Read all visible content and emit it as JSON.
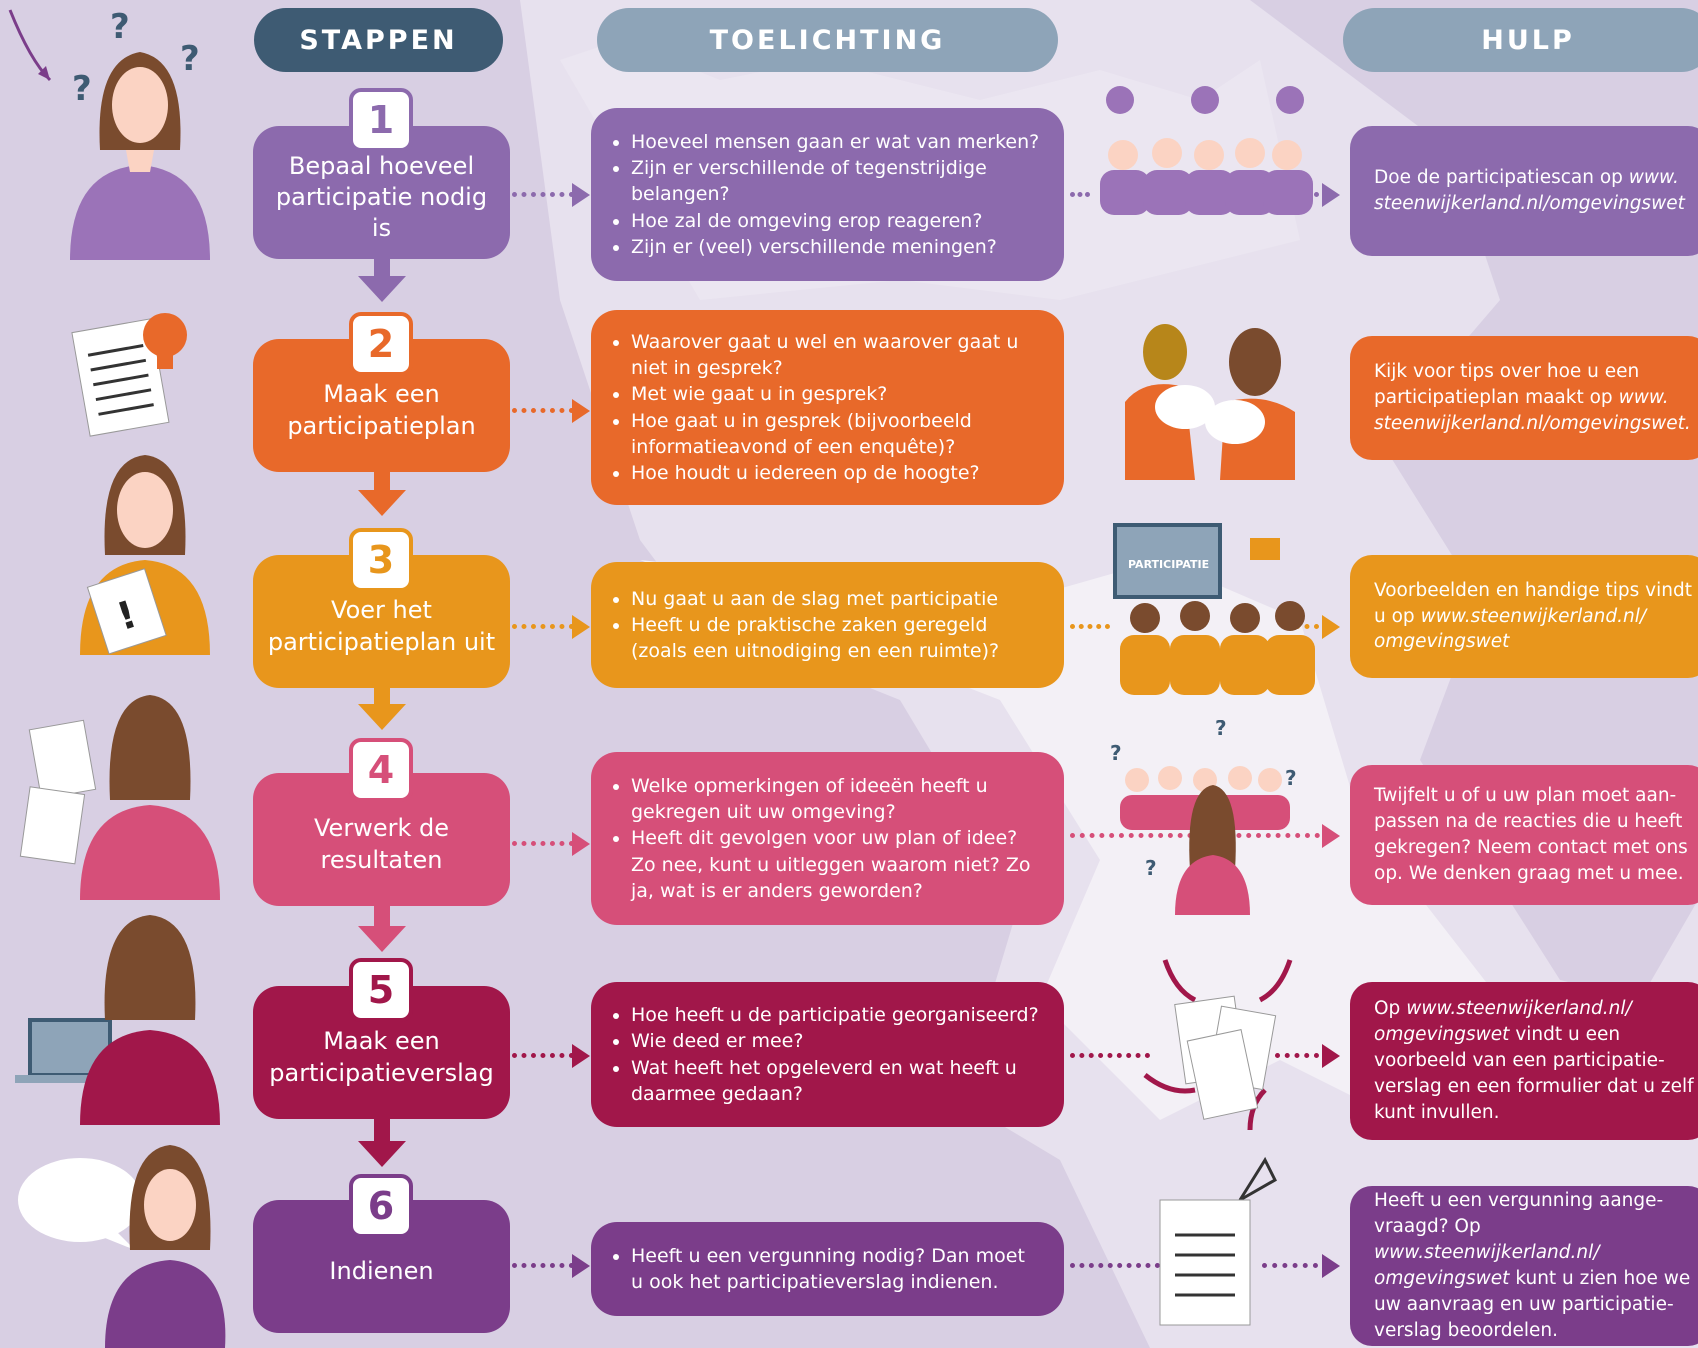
{
  "headers": {
    "steps": "STAPPEN",
    "explanation": "TOELICHTING",
    "help": "HULP"
  },
  "colors": {
    "purple": "#8c6aad",
    "orange": "#e8692a",
    "amber": "#e8961c",
    "pink": "#d64f79",
    "wine": "#a1174a",
    "violet": "#7b3d8a",
    "header_dark": "#3e5b73",
    "header_light": "#8ea4b8"
  },
  "steps": [
    {
      "number": "1",
      "title": "Bepaal hoeveel participatie nodig is",
      "explanation": [
        "Hoeveel mensen gaan er wat van merken?",
        "Zijn er verschillende of tegenstrijdige belangen?",
        "Hoe zal de omgeving erop reageren?",
        "Zijn er (veel) verschillende meningen?"
      ],
      "help": [
        "Doe de participatiescan op ",
        "www. steenwijkerland.nl/omgevingswet",
        ""
      ]
    },
    {
      "number": "2",
      "title": "Maak een participatieplan",
      "explanation": [
        "Waarover gaat u wel en waarover gaat u niet in gesprek?",
        "Met wie gaat u in gesprek?",
        "Hoe gaat u in gesprek (bijvoorbeeld informatieavond of een enquête)?",
        "Hoe houdt u iedereen op de hoogte?"
      ],
      "help": [
        "Kijk voor tips over hoe u een participatieplan maakt op ",
        "www. steenwijkerland.nl/omgevingswet.",
        ""
      ]
    },
    {
      "number": "3",
      "title": "Voer het participatieplan uit",
      "explanation": [
        "Nu gaat u aan de slag met participatie",
        "Heeft u de praktische zaken geregeld (zoals een uitnodiging en een ruimte)?"
      ],
      "help": [
        "Voorbeelden en handige tips vindt u op ",
        "www.steenwijkerland.nl/ omgevingswet",
        ""
      ]
    },
    {
      "number": "4",
      "title": "Verwerk de resultaten",
      "explanation": [
        "Welke opmerkingen of ideeën heeft u gekregen uit uw omgeving?",
        "Heeft dit gevolgen voor uw plan of idee? Zo nee, kunt u uitleggen waarom niet? Zo ja, wat is er anders geworden?"
      ],
      "help": [
        "Twijfelt u of u uw plan moet aan-passen na de reacties die u heeft gekregen? Neem contact met ons op. We denken graag met u mee.",
        "",
        ""
      ]
    },
    {
      "number": "5",
      "title": "Maak een participatieverslag",
      "explanation": [
        "Hoe heeft u de participatie georganiseerd?",
        "Wie deed er mee?",
        "Wat heeft het opgeleverd en wat heeft u daarmee gedaan?"
      ],
      "help": [
        "Op ",
        "www.steenwijkerland.nl/ omgevingswet",
        " vindt u een voorbeeld van een participatie-verslag en een formulier dat u zelf kunt invullen."
      ]
    },
    {
      "number": "6",
      "title": "Indienen",
      "explanation": [
        "Heeft u een vergunning nodig? Dan moet u ook het participatieverslag indienen."
      ],
      "help": [
        "Heeft u een vergunning aange-vraagd? Op ",
        "www.steenwijkerland.nl/ omgevingswet",
        " kunt u zien hoe we uw aanvraag en uw participatie-verslag beoordelen."
      ]
    }
  ],
  "illustrations": {
    "participation_screen": "PARTICIPATIE",
    "question_mark": "?",
    "exclamation": "!"
  }
}
